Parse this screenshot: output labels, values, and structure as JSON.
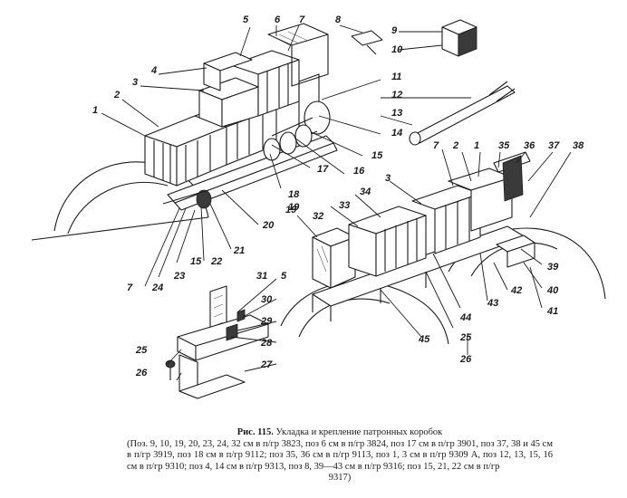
{
  "figure": {
    "labels": [
      {
        "id": "1",
        "x": 0,
        "y": 0
      },
      {
        "id": "2"
      },
      {
        "id": "3"
      },
      {
        "id": "4"
      },
      {
        "id": "5"
      },
      {
        "id": "6"
      },
      {
        "id": "7"
      },
      {
        "id": "8"
      },
      {
        "id": "9"
      },
      {
        "id": "10"
      },
      {
        "id": "11"
      },
      {
        "id": "12"
      },
      {
        "id": "13"
      },
      {
        "id": "14"
      },
      {
        "id": "15"
      },
      {
        "id": "16"
      },
      {
        "id": "17"
      },
      {
        "id": "18"
      },
      {
        "id": "19"
      },
      {
        "id": "20"
      },
      {
        "id": "21"
      },
      {
        "id": "22"
      },
      {
        "id": "23"
      },
      {
        "id": "24"
      },
      {
        "id": "25"
      },
      {
        "id": "26"
      },
      {
        "id": "27"
      },
      {
        "id": "28"
      },
      {
        "id": "29"
      },
      {
        "id": "30"
      },
      {
        "id": "31"
      },
      {
        "id": "32"
      },
      {
        "id": "33"
      },
      {
        "id": "34"
      },
      {
        "id": "35"
      },
      {
        "id": "36"
      },
      {
        "id": "37"
      },
      {
        "id": "38"
      },
      {
        "id": "39"
      },
      {
        "id": "40"
      },
      {
        "id": "41"
      },
      {
        "id": "42"
      },
      {
        "id": "43"
      },
      {
        "id": "44"
      },
      {
        "id": "45"
      }
    ]
  },
  "caption": {
    "fig_number": "Рис. 115.",
    "title": "Укладка и крепление патронных коробок",
    "body": "(Поз. 9, 10, 19, 20, 23, 24, 32 см в п/гр 3823, поз 6 см в п/гр 3824, поз 17 см в п/гр 3901, поз 37, 38 и 45 см в п/гр 3919, поз 18 см в п/гр 9112; поз 35, 36 см в п/гр 9113, поз 1, 3 см в п/гр 9309 А, поз 12, 13, 15, 16 см в п/гр 9310; поз 4, 14 см в п/гр 9313, поз 8, 39—43 см в п/гр 9316; поз 15, 21, 22 см в п/гр",
    "end": "9317)"
  }
}
